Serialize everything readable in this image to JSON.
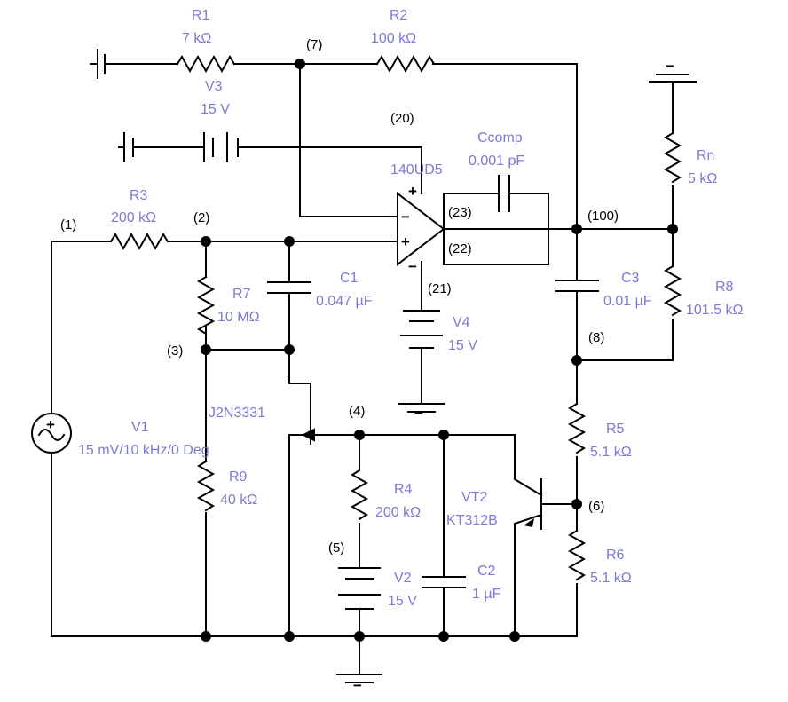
{
  "nodes": {
    "n1": "(1)",
    "n2": "(2)",
    "n3": "(3)",
    "n4": "(4)",
    "n5": "(5)",
    "n6": "(6)",
    "n7": "(7)",
    "n8": "(8)",
    "n20": "(20)",
    "n21": "(21)",
    "n22": "(22)",
    "n23": "(23)",
    "n100": "(100)"
  },
  "components": {
    "r1": {
      "name": "R1",
      "value": "7 kΩ"
    },
    "r2": {
      "name": "R2",
      "value": "100 kΩ"
    },
    "r3": {
      "name": "R3",
      "value": "200 kΩ"
    },
    "r4": {
      "name": "R4",
      "value": "200 kΩ"
    },
    "r5": {
      "name": "R5",
      "value": "5.1 kΩ"
    },
    "r6": {
      "name": "R6",
      "value": "5.1 kΩ"
    },
    "r7": {
      "name": "R7",
      "value": "10 MΩ"
    },
    "r8": {
      "name": "R8",
      "value": "101.5 kΩ"
    },
    "r9": {
      "name": "R9",
      "value": "40 kΩ"
    },
    "rn": {
      "name": "Rn",
      "value": "5 kΩ"
    },
    "c1": {
      "name": "C1",
      "value": "0.047 µF"
    },
    "c2": {
      "name": "C2",
      "value": "1 µF"
    },
    "c3": {
      "name": "C3",
      "value": "0.01 µF"
    },
    "ccomp": {
      "name": "Ccomp",
      "value": "0.001 pF"
    },
    "v1": {
      "name": "V1",
      "value": "15 mV/10 kHz/0 Deg"
    },
    "v2": {
      "name": "V2",
      "value": "15 V"
    },
    "v3": {
      "name": "V3",
      "value": "15 V"
    },
    "v4": {
      "name": "V4",
      "value": "15 V"
    },
    "opamp": {
      "name": "140UD5"
    },
    "jfet": {
      "name": "J2N3331"
    },
    "vt2": {
      "name": "VT2",
      "value": "KT312B"
    }
  },
  "symbols": {
    "plus": "+",
    "minus": "−",
    "ground_minus": "−"
  },
  "colors": {
    "wire": "#000000",
    "label": "#7b7bd6"
  }
}
